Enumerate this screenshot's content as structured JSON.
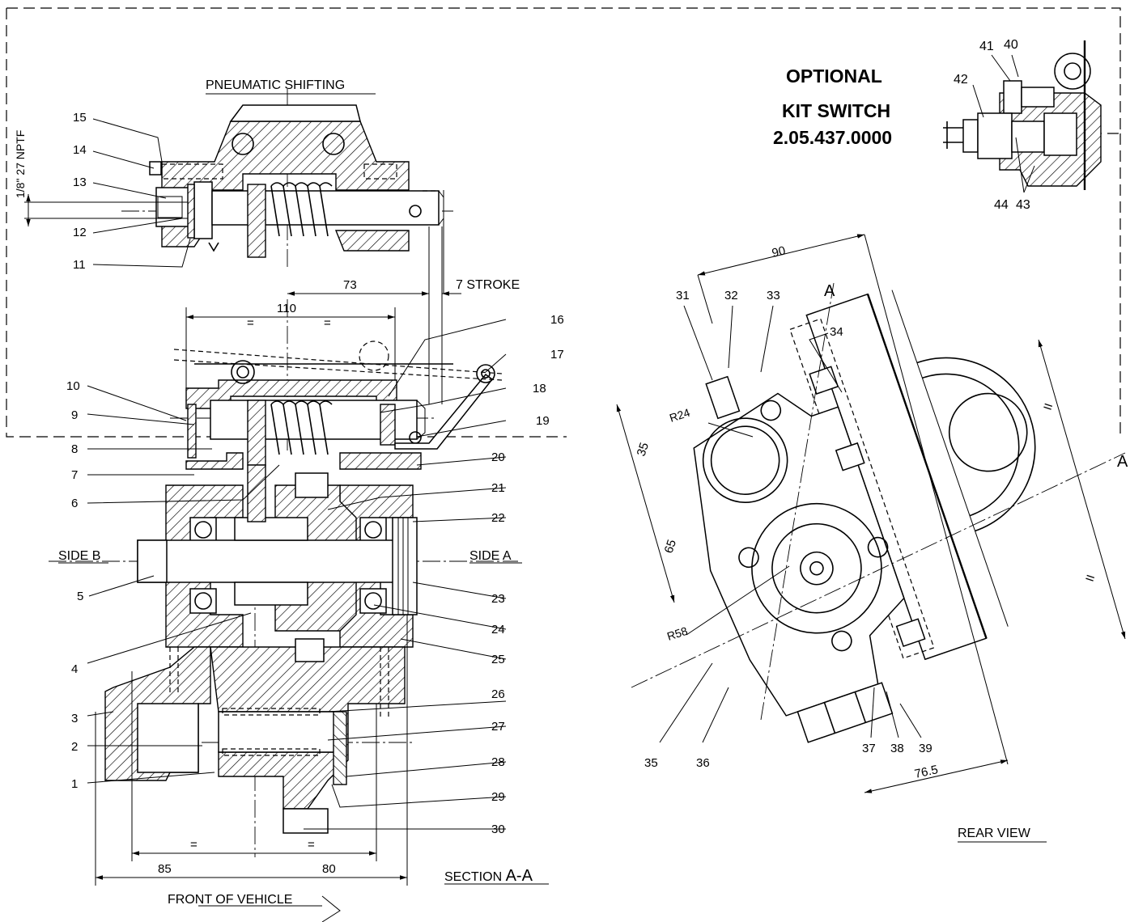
{
  "titles": {
    "pneumatic_shifting": "PNEUMATIC SHIFTING",
    "optional": "OPTIONAL",
    "kit_switch": "KIT SWITCH",
    "kit_number": "2.05.437.0000",
    "rear_view": "REAR VIEW",
    "section": "SECTION ",
    "section_id": "A-A",
    "front_of_vehicle": "FRONT OF VEHICLE",
    "side_a": "SIDE A",
    "side_b": "SIDE B",
    "section_marker": "A"
  },
  "dimensions": {
    "port_thread": "1/8\" 27 NPTF",
    "d73": "73",
    "d7_stroke": "7 STROKE",
    "d110": "110",
    "eq": "=",
    "d85": "85",
    "d80": "80",
    "d90": "90",
    "d35": "35",
    "d65": "65",
    "r24": "R24",
    "r58": "R58",
    "d76_5": "76.5",
    "par": "II"
  },
  "callouts": [
    "1",
    "2",
    "3",
    "4",
    "5",
    "6",
    "7",
    "8",
    "9",
    "10",
    "11",
    "12",
    "13",
    "14",
    "15",
    "16",
    "17",
    "18",
    "19",
    "20",
    "21",
    "22",
    "23",
    "24",
    "25",
    "26",
    "27",
    "28",
    "29",
    "30",
    "31",
    "32",
    "33",
    "34",
    "35",
    "36",
    "37",
    "38",
    "39",
    "40",
    "41",
    "42",
    "43",
    "44"
  ]
}
